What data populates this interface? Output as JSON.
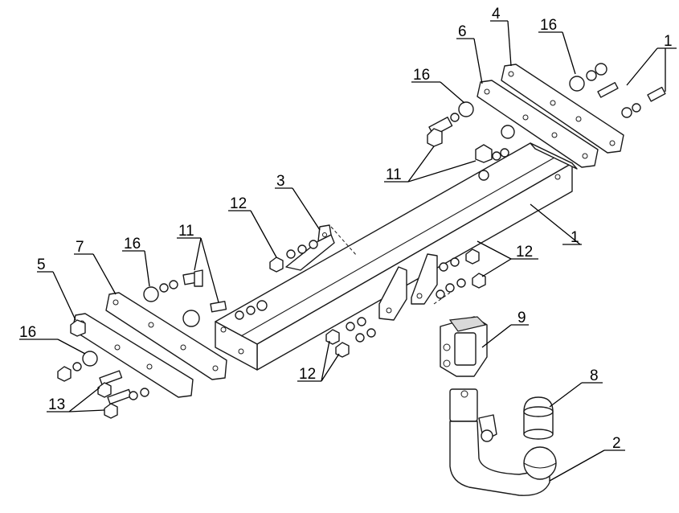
{
  "callouts": [
    {
      "id": "c1a",
      "label": "1"
    },
    {
      "id": "c1b",
      "label": "1"
    },
    {
      "id": "c2",
      "label": "2"
    },
    {
      "id": "c3",
      "label": "3"
    },
    {
      "id": "c4",
      "label": "4"
    },
    {
      "id": "c5",
      "label": "5"
    },
    {
      "id": "c6",
      "label": "6"
    },
    {
      "id": "c7",
      "label": "7"
    },
    {
      "id": "c8",
      "label": "8"
    },
    {
      "id": "c9",
      "label": "9"
    },
    {
      "id": "c11a",
      "label": "11"
    },
    {
      "id": "c11b",
      "label": "11"
    },
    {
      "id": "c12a",
      "label": "12"
    },
    {
      "id": "c12b",
      "label": "12"
    },
    {
      "id": "c12c",
      "label": "12"
    },
    {
      "id": "c13",
      "label": "13"
    },
    {
      "id": "c16a",
      "label": "16"
    },
    {
      "id": "c16b",
      "label": "16"
    },
    {
      "id": "c16c",
      "label": "16"
    },
    {
      "id": "c16d",
      "label": "16"
    }
  ]
}
